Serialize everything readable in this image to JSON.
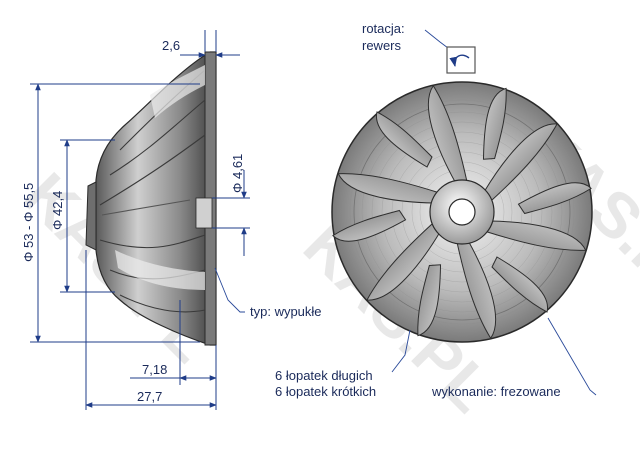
{
  "dimensions": {
    "width_top": "2,6",
    "diameter_outer": "Φ 53 - Φ 55,5",
    "diameter_inner": "Φ 42,4",
    "bore": "Φ 4,61",
    "step_length": "7,18",
    "total_length": "27,7"
  },
  "annotations": {
    "rotation_label": "rotacja:",
    "rotation_value": "rewers",
    "nose_type": "typ: wypukłe",
    "blades_long": "6 łopatek długich",
    "blades_short": "6 łopatek krótkich",
    "manufacturing": "wykonanie: frezowane"
  },
  "watermark": "KAS.PL",
  "colors": {
    "dimension": "#1f3c88",
    "metal_dark": "#4a4a4a",
    "metal_light": "#e8e8e8"
  }
}
